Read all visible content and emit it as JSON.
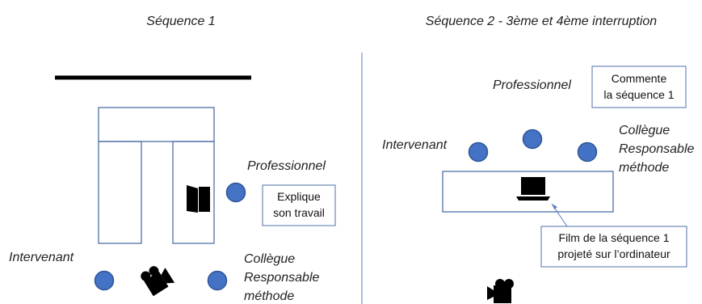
{
  "colors": {
    "person": "#4472C4",
    "person_stroke": "#2F5597",
    "frame": "#4F6FA8",
    "divider": "#5B7FC0",
    "text": "#222222"
  },
  "sequence1": {
    "title": "Séquence 1",
    "labels": {
      "professionnel": "Professionnel",
      "intervenant": "Intervenant",
      "collegue_1": "Collègue",
      "collegue_2": "Responsable",
      "collegue_3": "méthode"
    },
    "callout": {
      "line1": "Explique",
      "line2": "son travail"
    },
    "icons": {
      "door": "door-icon",
      "camera": "video-camera-icon"
    }
  },
  "sequence2": {
    "title": "Séquence 2 - 3ème et 4ème interruption",
    "labels": {
      "professionnel": "Professionnel",
      "intervenant": "Intervenant",
      "collegue_1": "Collègue",
      "collegue_2": "Responsable",
      "collegue_3": "méthode"
    },
    "comment": {
      "line1": "Commente",
      "line2": "la séquence 1"
    },
    "film": {
      "line1": "Film de la séquence 1",
      "line2": "projeté sur l’ordinateur"
    },
    "icons": {
      "laptop": "laptop-icon",
      "camera": "video-camera-icon"
    }
  }
}
